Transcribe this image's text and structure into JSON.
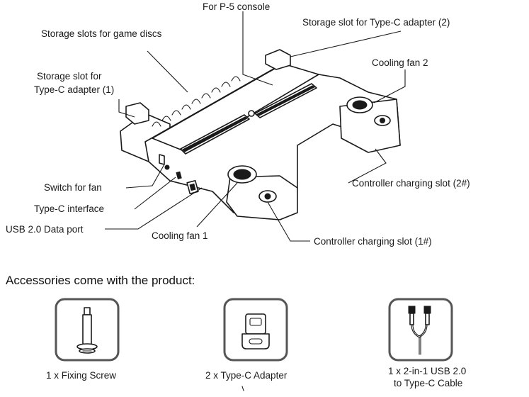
{
  "diagram": {
    "callouts": {
      "console": "For P-5 console",
      "disc_slots": "Storage slots for game discs",
      "typec_slot_2": "Storage slot for Type-C adapter (2)",
      "typec_slot_1_line1": "Storage slot for",
      "typec_slot_1_line2": "Type-C adapter (1)",
      "cooling_fan_2": "Cooling fan 2",
      "switch_fan": "Switch for fan",
      "typec_interface": "Type-C interface",
      "usb_port": "USB 2.0 Data port",
      "cooling_fan_1": "Cooling fan 1",
      "charging_slot_2": "Controller charging slot (2#)",
      "charging_slot_1": "Controller charging slot (1#)"
    }
  },
  "accessories": {
    "heading": "Accessories come with the product:",
    "items": [
      {
        "label": "1 x Fixing Screw",
        "icon": "screw-icon"
      },
      {
        "label": "2 x Type-C Adapter",
        "icon": "type-c-adapter-icon"
      },
      {
        "label_line1": "1 x 2-in-1 USB 2.0",
        "label_line2": "to Type-C Cable",
        "icon": "usb-cable-icon"
      }
    ]
  },
  "colors": {
    "ink": "#1a1a1a",
    "frame": "#555555",
    "background": "#ffffff"
  }
}
